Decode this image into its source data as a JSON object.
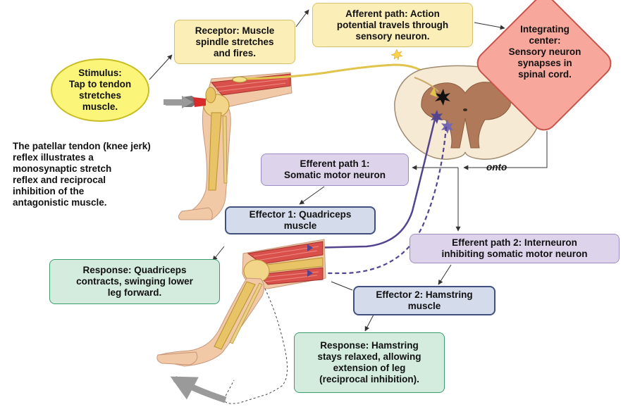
{
  "labels": {
    "stimulus": "Stimulus:\nTap to tendon\nstretches\nmuscle.",
    "receptor": "Receptor: Muscle\nspindle stretches\nand fires.",
    "afferent": "Afferent path: Action\npotential travels through\nsensory neuron.",
    "integrating": "Integrating\ncenter:\nSensory neuron\nsynapses in\nspinal cord.",
    "efferent1": "Efferent path 1:\nSomatic motor neuron",
    "effector1": "Effector 1: Quadriceps\nmuscle",
    "response1": "Response: Quadriceps\ncontracts, swinging lower\nleg forward.",
    "efferent2": "Efferent path 2: Interneuron\ninhibiting somatic motor neuron",
    "effector2": "Effector 2: Hamstring\nmuscle",
    "response2": "Response: Hamstring\nstays relaxed, allowing\nextension of leg\n(reciprocal inhibition).",
    "onto": "onto"
  },
  "description": "The patellar tendon (knee jerk)\nreflex illustrates a\nmonosynaptic stretch\nreflex and reciprocal\ninhibition of the\nantagonistic muscle.",
  "colors": {
    "yellow_box": "#fbeeb7",
    "purple_box": "#ddd4ec",
    "blue_box": "#d4dcec",
    "green_box": "#d4ecde",
    "stimulus_fill": "#fbf57a",
    "integrating_fill": "#f7a79b",
    "skin": "#f1c9a6",
    "bone": "#e8c466",
    "muscle": "#d9504b",
    "sensory_neuron": "#e0c44c",
    "motor_neuron": "#54448f"
  }
}
